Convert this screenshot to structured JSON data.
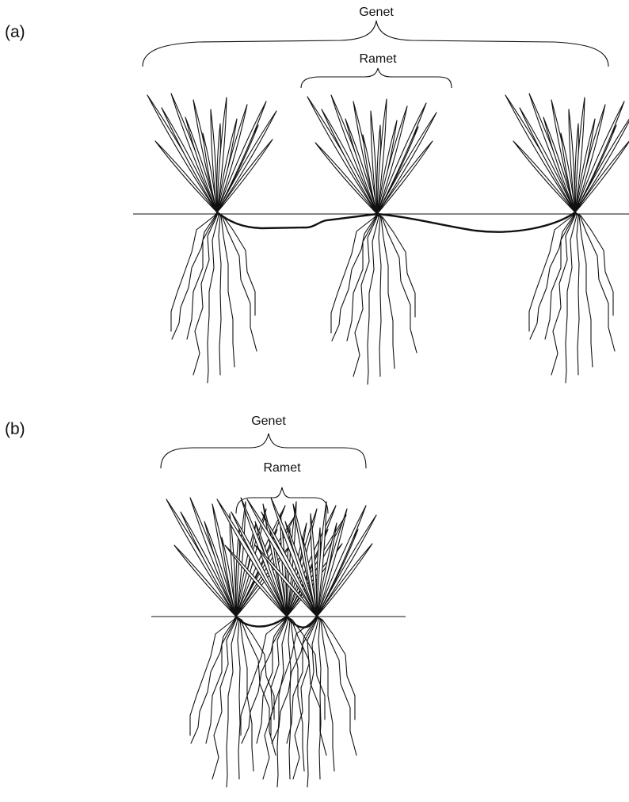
{
  "figure": {
    "panel_a": {
      "label": "(a)",
      "genet_label": "Genet",
      "ramet_label": "Ramet"
    },
    "panel_b": {
      "label": "(b)",
      "genet_label": "Genet",
      "ramet_label": "Ramet"
    },
    "colors": {
      "line": "#111111",
      "background": "#ffffff"
    }
  }
}
